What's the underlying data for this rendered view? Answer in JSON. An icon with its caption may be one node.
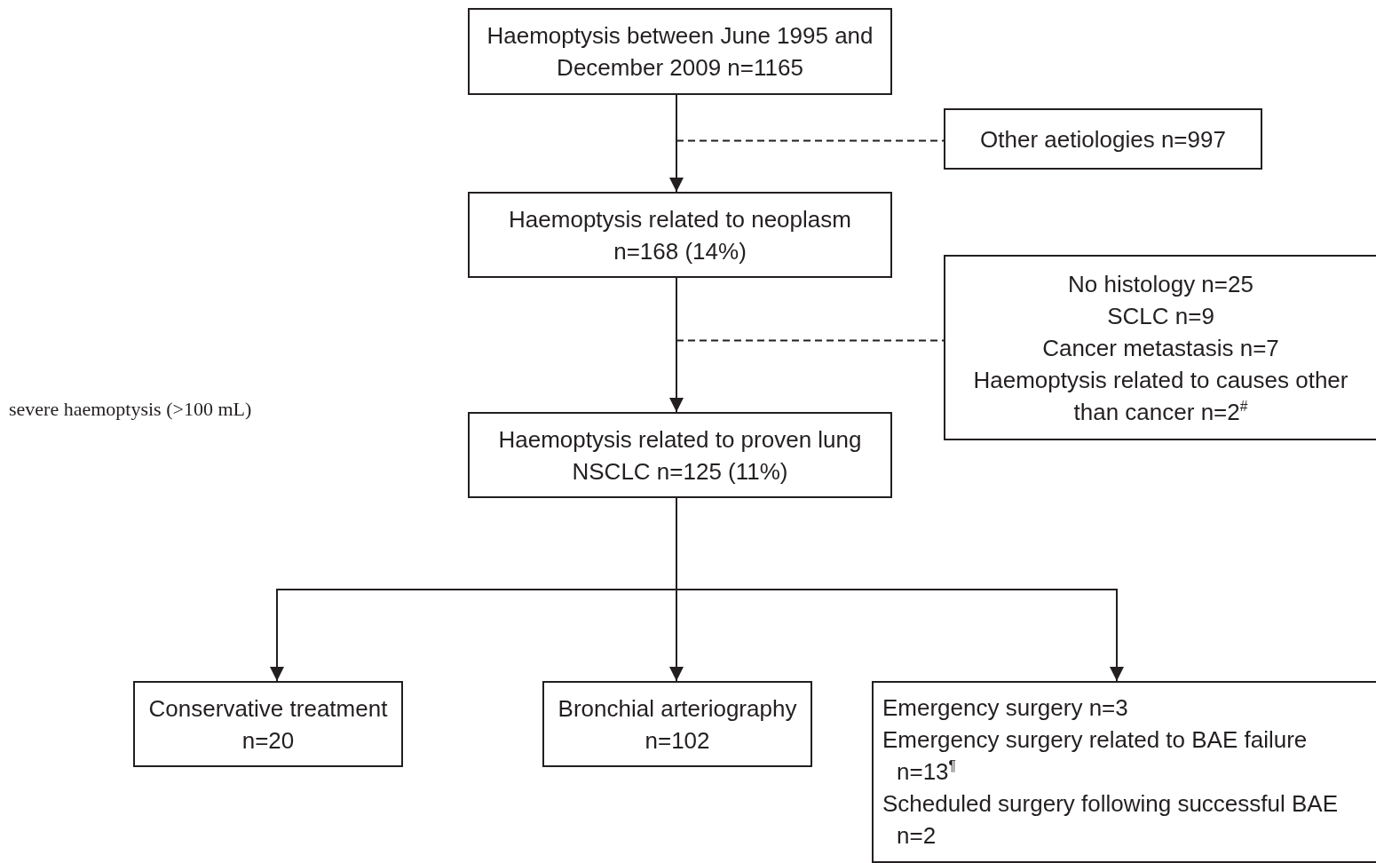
{
  "diagram": {
    "nodes": [
      {
        "text": [
          "Haemoptysis between June 1995 and December 2009 n=1165"
        ]
      },
      {
        "text": [
          "Other aetiologies n=997"
        ]
      },
      {
        "text": [
          "Haemoptysis related to neoplasm n=168 (14%)"
        ]
      },
      {
        "text": [
          "No histology n=25",
          "SCLC n=9",
          "Cancer metastasis n=7",
          "Haemoptysis related to causes other than cancer n=2$^{#}$"
        ]
      },
      {
        "text": [
          "Haemoptysis related to proven lung NSCLC n=125 (11%)"
        ]
      },
      {
        "text": [
          "Conservative treatment n=20"
        ]
      },
      {
        "text": [
          "Bronchial arteriography n=102"
        ]
      },
      {
        "text": [
          "Emergency surgery n=3",
          "Emergency surgery related to BAE failure n=13$^{¶}$",
          "Scheduled surgery following successful BAE n=2"
        ]
      }
    ],
    "edges": [
      {
        "from": 0,
        "to": 2,
        "arrow": "to"
      },
      {
        "from": null,
        "to": 1,
        "arrow": "none",
        "style": "dashed"
      },
      {
        "from": 2,
        "to": 4,
        "arrow": "to"
      },
      {
        "from": null,
        "to": 3,
        "arrow": "none",
        "style": "dashed"
      },
      {
        "from": 4,
        "to": 5,
        "arrow": "to"
      },
      {
        "from": 4,
        "to": 6,
        "arrow": "to"
      },
      {
        "from": 4,
        "to": 7,
        "arrow": "to"
      }
    ],
    "labels": [
      "severe haemoptysis (>100 mL)"
    ]
  }
}
